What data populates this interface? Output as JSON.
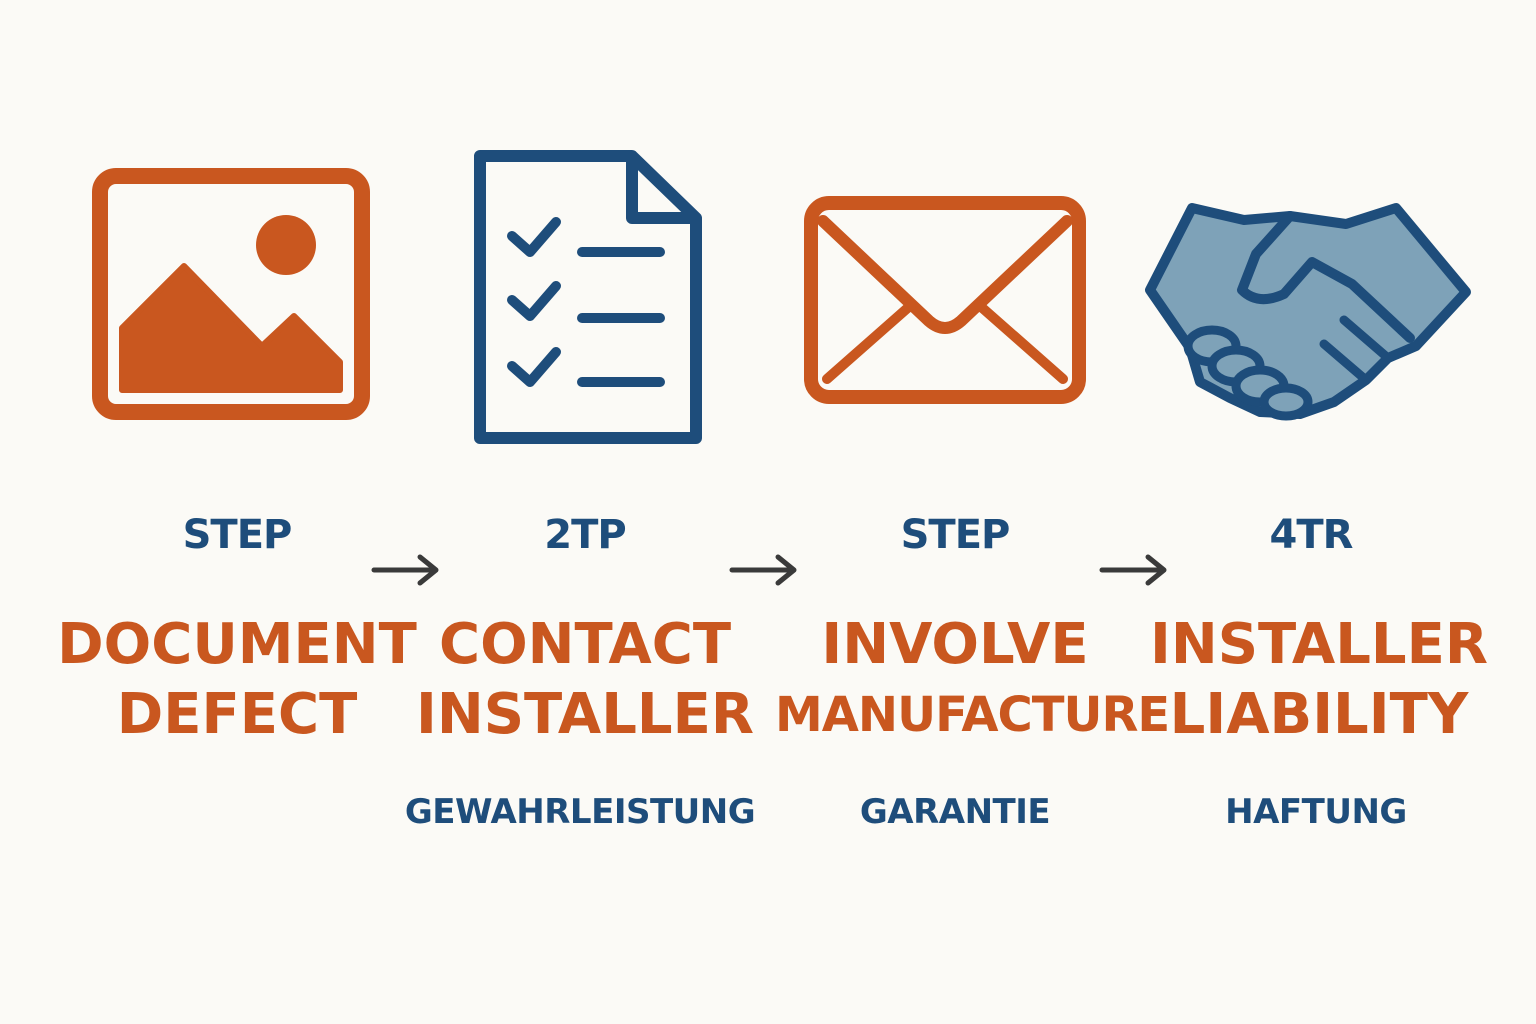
{
  "colors": {
    "background": "#fbfaf6",
    "orange": "#c9571f",
    "blue": "#1e4d7b",
    "light_blue": "#7ea2b8",
    "arrow": "#3a3a3a"
  },
  "steps": [
    {
      "icon": "image-icon",
      "label": "STEP",
      "title_lines": [
        "DOCUMENT",
        "DEFECT"
      ],
      "sub": ""
    },
    {
      "icon": "checklist-document-icon",
      "label": "2TP",
      "title_lines": [
        "CONTACT",
        "INSTALLER"
      ],
      "sub": "GEWAHRLEISTUNG"
    },
    {
      "icon": "envelope-icon",
      "label": "STEP",
      "title_lines": [
        "INVOLVE",
        "MANUFACTURE"
      ],
      "sub": "GARANTIE"
    },
    {
      "icon": "handshake-icon",
      "label": "4TR",
      "title_lines": [
        "INSTALLER",
        "LIABILITY"
      ],
      "sub": "HAFTUNG"
    }
  ],
  "arrows": [
    "arrow-right-icon",
    "arrow-right-icon",
    "arrow-right-icon"
  ]
}
